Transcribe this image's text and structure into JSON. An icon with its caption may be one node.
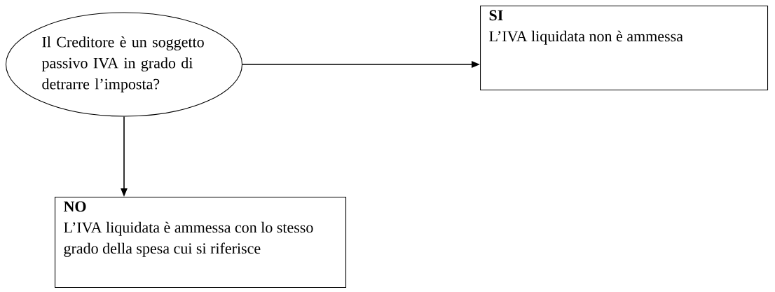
{
  "diagram": {
    "nodes": [
      {
        "text": [
          "Il Creditore è un soggetto passivo IVA in grado di detrarre l’imposta?"
        ]
      },
      {
        "text": [
          "SI",
          "L’IVA liquidata non è ammessa"
        ]
      },
      {
        "text": [
          "NO",
          "L’IVA liquidata è ammessa con lo stesso grado della spesa cui si riferisce"
        ]
      }
    ],
    "edges": [
      {
        "from": 0,
        "to": 1,
        "arrow": "to"
      },
      {
        "from": 0,
        "to": 2,
        "arrow": "to"
      }
    ]
  }
}
